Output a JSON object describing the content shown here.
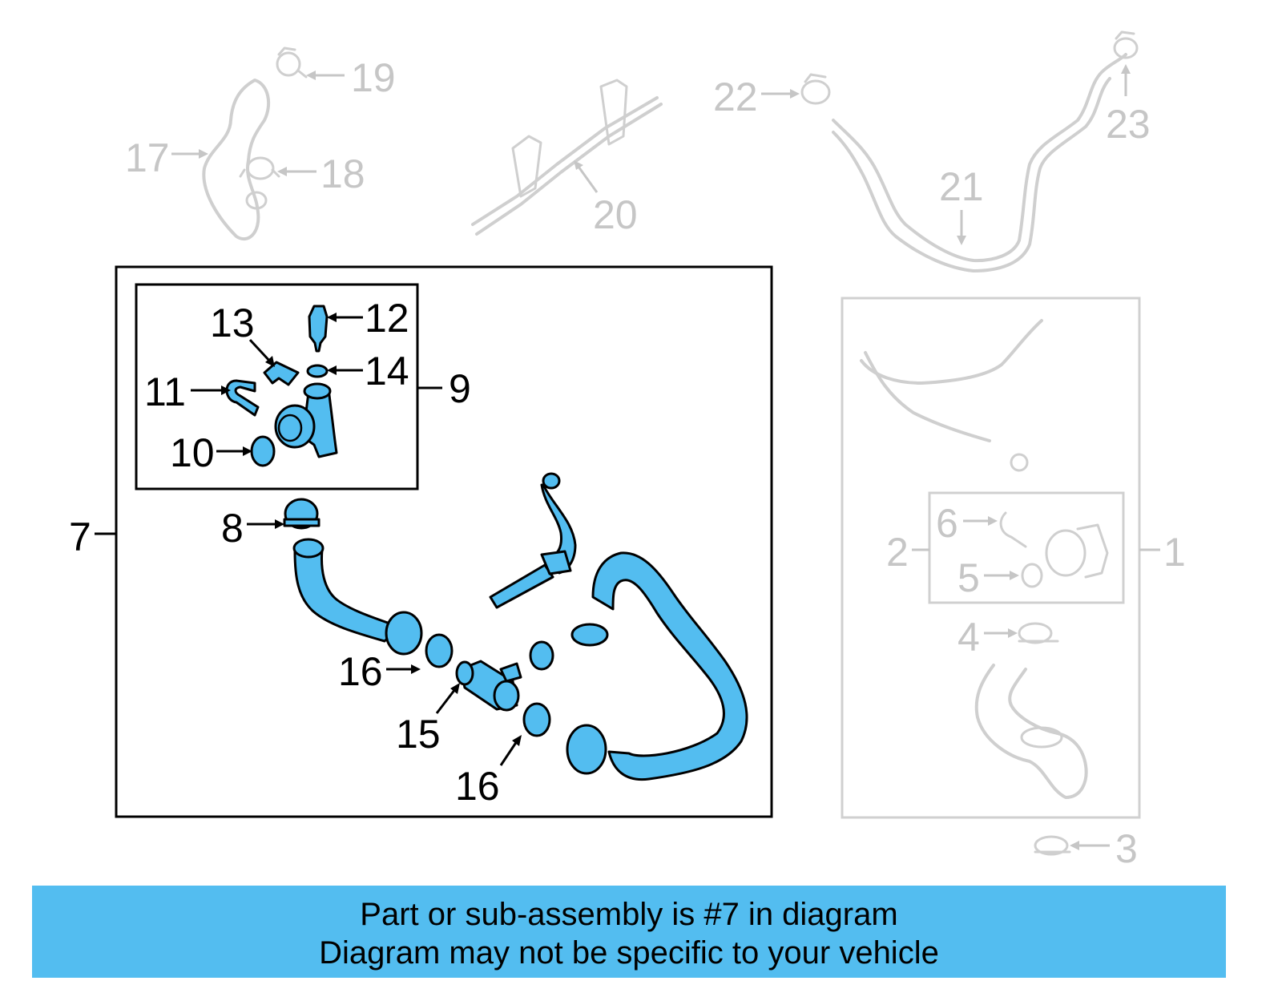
{
  "callouts": {
    "c1": "1",
    "c2": "2",
    "c3": "3",
    "c4": "4",
    "c5": "5",
    "c6": "6",
    "c7": "7",
    "c8": "8",
    "c9": "9",
    "c10": "10",
    "c11": "11",
    "c12": "12",
    "c13": "13",
    "c14": "14",
    "c15": "15",
    "c16a": "16",
    "c16b": "16",
    "c17": "17",
    "c18": "18",
    "c19": "19",
    "c20": "20",
    "c21": "21",
    "c22": "22",
    "c23": "23"
  },
  "banner": {
    "line1": "Part or sub-assembly is #7 in diagram",
    "line2": "Diagram may not be specific to your vehicle"
  },
  "colors": {
    "highlight": "#53bdf0",
    "inactive": "#c6c6c6",
    "outline": "#000000"
  }
}
